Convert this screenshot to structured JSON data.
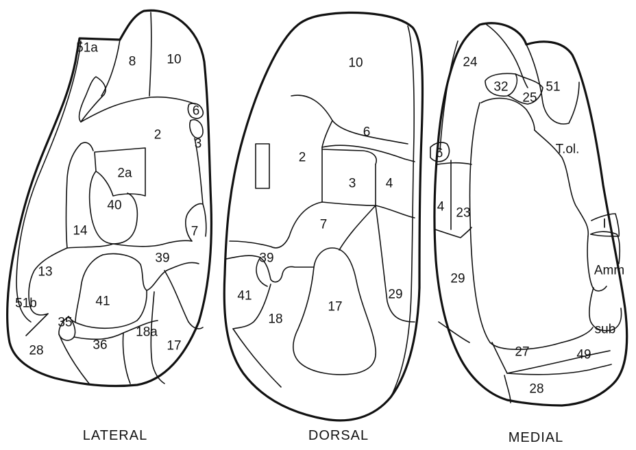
{
  "views": {
    "lateral": {
      "caption": "LATERAL",
      "areas": [
        "51a",
        "8",
        "10",
        "6",
        "3",
        "2",
        "2a",
        "40",
        "14",
        "7",
        "39",
        "13",
        "41",
        "51b",
        "35",
        "28",
        "36",
        "18a",
        "17"
      ]
    },
    "dorsal": {
      "caption": "DORSAL",
      "areas": [
        "10",
        "6",
        "2",
        "3",
        "4",
        "7",
        "39",
        "41",
        "18",
        "17",
        "29"
      ]
    },
    "medial": {
      "caption": "MEDIAL",
      "areas": [
        "24",
        "32",
        "25",
        "51",
        "6",
        "T.ol.",
        "4",
        "23",
        "I",
        "Amm",
        "29",
        "sub",
        "27",
        "49",
        "28"
      ]
    }
  }
}
